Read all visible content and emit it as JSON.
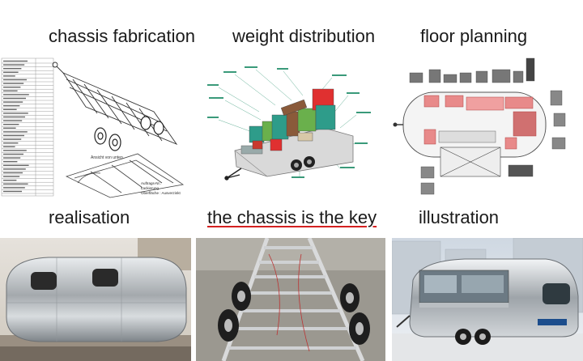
{
  "captions": {
    "chassis_fabrication": "chassis fabrication",
    "weight_distribution": "weight distribution",
    "floor_planning": "floor planning",
    "realisation": "realisation",
    "chassis_key": "the chassis is the key",
    "illustration": "illustration"
  },
  "colors": {
    "underline": "#d42020",
    "weight_blocks": [
      "#2e9c8a",
      "#c83a2e",
      "#8a5a3a",
      "#6ab04c",
      "#e03030",
      "#d8c8a8"
    ],
    "floor_zones": "#e88a8a"
  },
  "chassis_drawing": {
    "view_label": "Ansicht von unten",
    "stamp_lines": [
      "Auftrags-Nr.:",
      "Lackierung",
      "Oberfläche : Ausverzinkt"
    ]
  }
}
